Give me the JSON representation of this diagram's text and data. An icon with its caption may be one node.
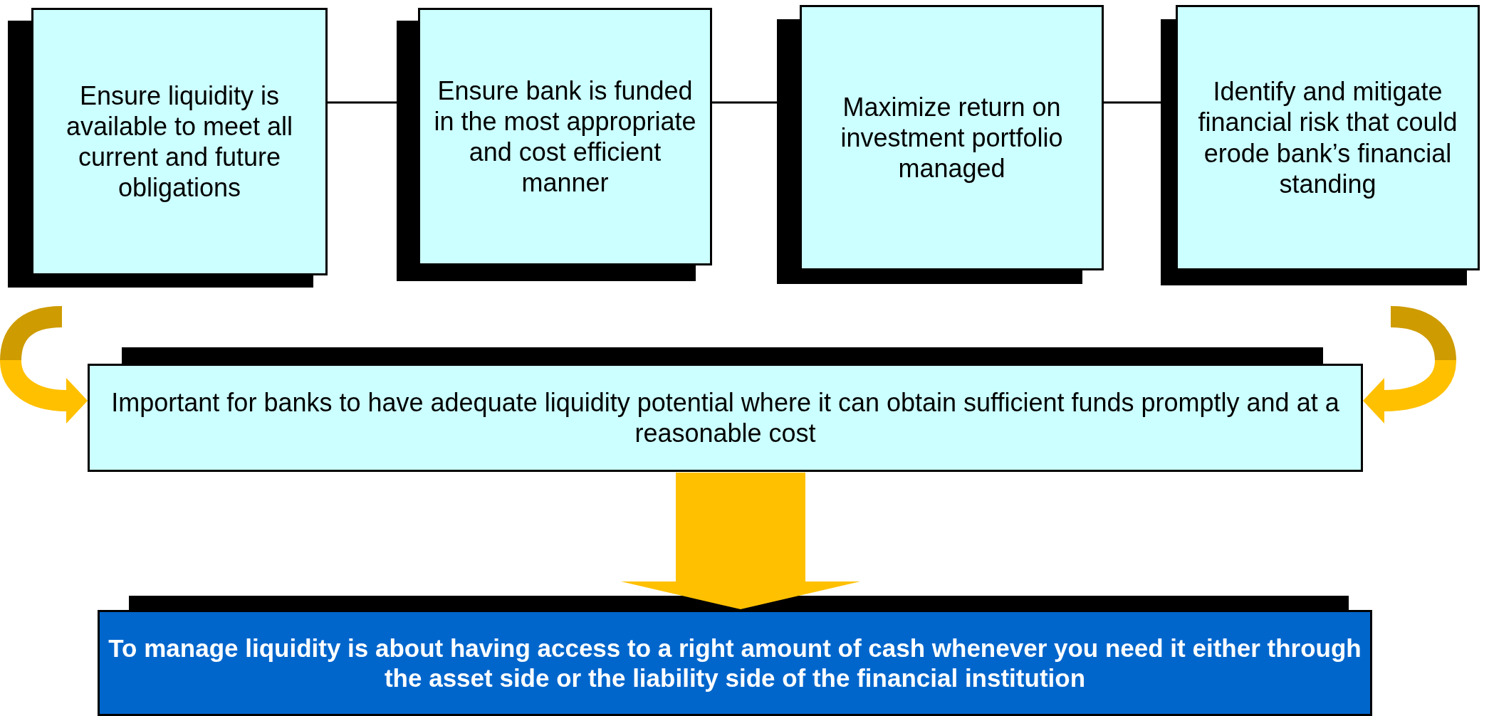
{
  "diagram": {
    "nodes": [
      {
        "text": [
          "Ensure liquidity is available to meet all current and future obligations"
        ]
      },
      {
        "text": [
          "Ensure bank is funded in the most appropriate and cost efficient manner"
        ]
      },
      {
        "text": [
          "Maximize return on investment portfolio managed"
        ]
      },
      {
        "text": [
          "Identify and mitigate financial risk that could erode bank’s financial standing"
        ]
      },
      {
        "text": [
          "Important for banks to have adequate liquidity potential where it can obtain sufficient funds promptly and at a reasonable cost"
        ]
      },
      {
        "text": [
          "To manage liquidity is about having access to a right  amount of cash whenever you need it either through the asset side or the liability side of the  financial institution"
        ]
      }
    ],
    "edges": [
      {
        "from": 0,
        "to": 1,
        "arrow": "none"
      },
      {
        "from": 1,
        "to": 2,
        "arrow": "none"
      },
      {
        "from": 2,
        "to": 3,
        "arrow": "none"
      },
      {
        "from": null,
        "to": 4,
        "arrow": "to",
        "style": "thick",
        "color": "#ffc000"
      },
      {
        "from": null,
        "to": 4,
        "arrow": "to",
        "style": "thick",
        "color": "#ffc000"
      },
      {
        "from": 4,
        "to": 5,
        "arrow": "to",
        "style": "thick",
        "color": "#ffc000"
      }
    ]
  }
}
